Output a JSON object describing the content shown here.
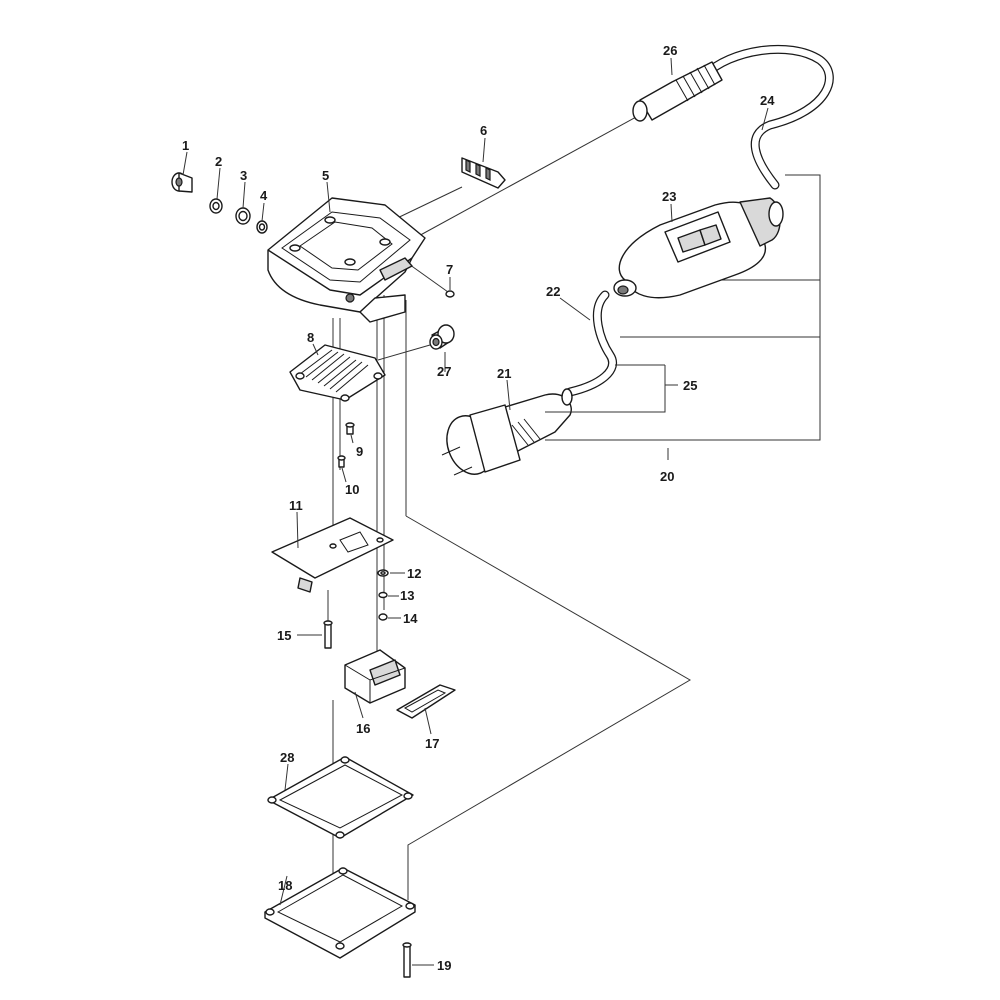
{
  "diagram": {
    "callouts": {
      "c1": "1",
      "c2": "2",
      "c3": "3",
      "c4": "4",
      "c5": "5",
      "c6": "6",
      "c7": "7",
      "c8": "8",
      "c9": "9",
      "c10": "10",
      "c11": "11",
      "c12": "12",
      "c13": "13",
      "c14": "14",
      "c15": "15",
      "c16": "16",
      "c17": "17",
      "c18": "18",
      "c19": "19",
      "c20": "20",
      "c21": "21",
      "c22": "22",
      "c23": "23",
      "c24": "24",
      "c25": "25",
      "c26": "26",
      "c27": "27",
      "c28": "28"
    }
  }
}
